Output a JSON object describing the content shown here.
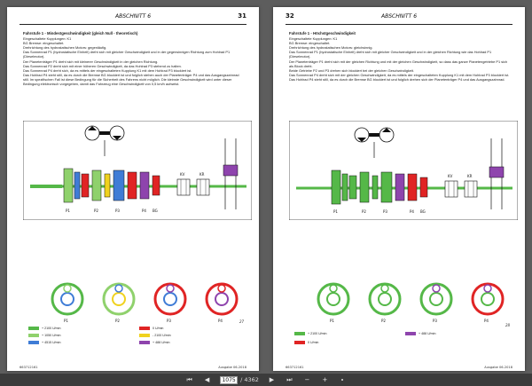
{
  "left_page": {
    "section": "ABSCHNITT 6",
    "page_number": "31",
    "title": "Fahrstufe 1 - Mindestgeschwindigkeit (gleich Null - theoretisch)",
    "lines": [
      "Eingeschaltete Kupplungen: K1",
      "BG Bremse: eingeschaltet.",
      "Drehrichtung des hydrostatischen Motors: gegenläufig.",
      "Das Sonnenrad P1 (hydrostatische Einheit) dreht sich mit gleicher Geschwindigkeit und in der gegensinnigen Richtung zum Hohlrad P1 (Dieselmotor).",
      "Der Planetenträger P1 dreht sich mit kleinerer Geschwindigkeit in der gleichen Richtung.",
      "Das Sonnenrad P2 dreht sich mit einer höheren Geschwindigkeit, da das Hohlrad P3 stehend zu halten.",
      "Das Sonnenrad P4 dreht sich, da es mittels der eingeschalteten Kupplung K1 mit dem Hohlrad P3 blockiert ist.",
      "Das Hohlrad P4 steht still, da es durch die Bremse BG blockiert ist und folglich stehen auch der Planetenträger P4 und das Ausgangszahnrad still. Im spezifischen Fall ist diese Bedingung für die Sicherheit des Fahrens nicht möglich. Die kleinste Geschwindigkeit wird unter dieser Bedingung elektronisch vorgegeben, damit das Fahrzeug eine Geschwindigkeit von 0,5 km/h aufweist."
    ],
    "figure_number": "27",
    "component_labels": [
      "P1",
      "P2",
      "P3",
      "P4",
      "BG",
      "KV",
      "KR"
    ],
    "circle_labels": [
      "P1",
      "P2",
      "P3",
      "P4"
    ],
    "legend": [
      {
        "label": "+ 2100 U/min",
        "color": "#55b848"
      },
      {
        "label": "0 U/min",
        "color": "#e02424"
      },
      {
        "label": "+ 1050 U/min",
        "color": "#8fd16c"
      },
      {
        "label": "- 2100 U/min",
        "color": "#f0d21e"
      },
      {
        "label": "+ 4515 U/min",
        "color": "#3f7cd6"
      },
      {
        "label": "+ 488 U/min",
        "color": "#8e44ad"
      }
    ],
    "footer_left": "663712161",
    "footer_right": "Ausgabe 06-2018"
  },
  "right_page": {
    "section": "ABSCHNITT 6",
    "page_number": "32",
    "title": "Fahrstufe 1 - Höchstgeschwindigkeit",
    "lines": [
      "Eingeschaltete Kupplungen: K1",
      "BG Bremse: eingeschaltet.",
      "Drehrichtung des hydrostatischen Motors: gleichsinnig.",
      "Das Sonnenrad P1 (hydrostatische Einheit) dreht sich mit gleicher Geschwindigkeit und in der gleichen Richtung wie das Hohlrad P1 (Dieselmotor).",
      "Der Planetenträger P1 dreht sich mit der gleichen Richtung und mit der gleichen Geschwindigkeit, so dass das ganze Planetengetriebe P1 sich als Block dreht.",
      "Beide Getriebe P2 und P3 drehen sich blockiert bei der gleichen Geschwindigkeit.",
      "Das Sonnenrad P4 dreht sich mit der gleichen Geschwindigkeit, da es mittels der eingeschalteten Kupplung K1 mit dem Hohlrad P3 blockiert ist.",
      "Das Hohlrad P4 steht still, da es durch die Bremse BG blockiert ist und folglich drehen sich der Planetenträger P4 und das Ausgangszahnrad."
    ],
    "figure_number": "28",
    "component_labels": [
      "P1",
      "P2",
      "P3",
      "P4",
      "BG",
      "KV",
      "KR"
    ],
    "circle_labels": [
      "P1",
      "P2",
      "P3",
      "P4"
    ],
    "legend": [
      {
        "label": "+ 2100 U/min",
        "color": "#55b848"
      },
      {
        "label": "+ 488 U/min",
        "color": "#8e44ad"
      },
      {
        "label": "0 U/min",
        "color": "#e02424"
      }
    ],
    "footer_left": "663712161",
    "footer_right": "Ausgabe 06-2018"
  },
  "toolbar": {
    "current_page": "1075",
    "page_total": "/ 4362"
  }
}
